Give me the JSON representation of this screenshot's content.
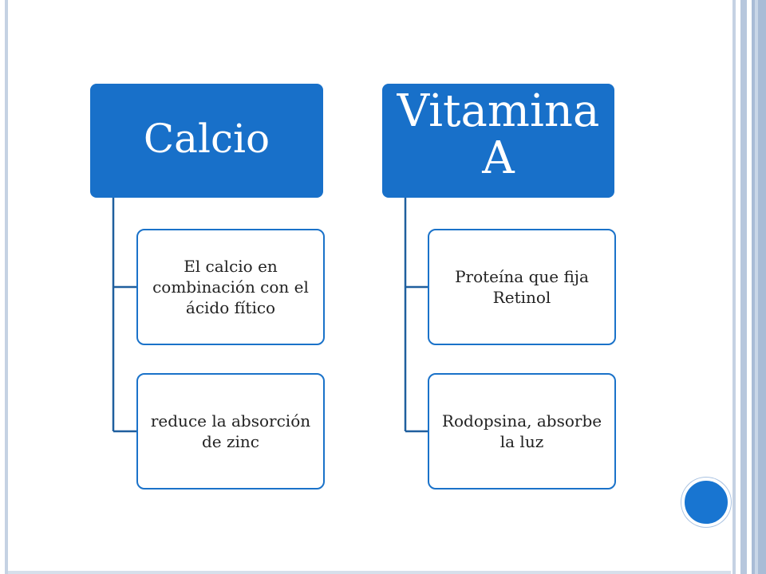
{
  "slide": {
    "diagram": {
      "groups": [
        {
          "title": "Calcio",
          "items": [
            "El calcio en combinación con el ácido fítico",
            "reduce la absorción de zinc"
          ]
        },
        {
          "title": "Vitamina A",
          "items": [
            "Proteína que fija Retinol",
            "Rodopsina, absorbe la luz"
          ]
        }
      ]
    },
    "colors": {
      "accent": "#1870c9",
      "circle": "#1875d1",
      "frame": "#b7c7dd"
    }
  }
}
